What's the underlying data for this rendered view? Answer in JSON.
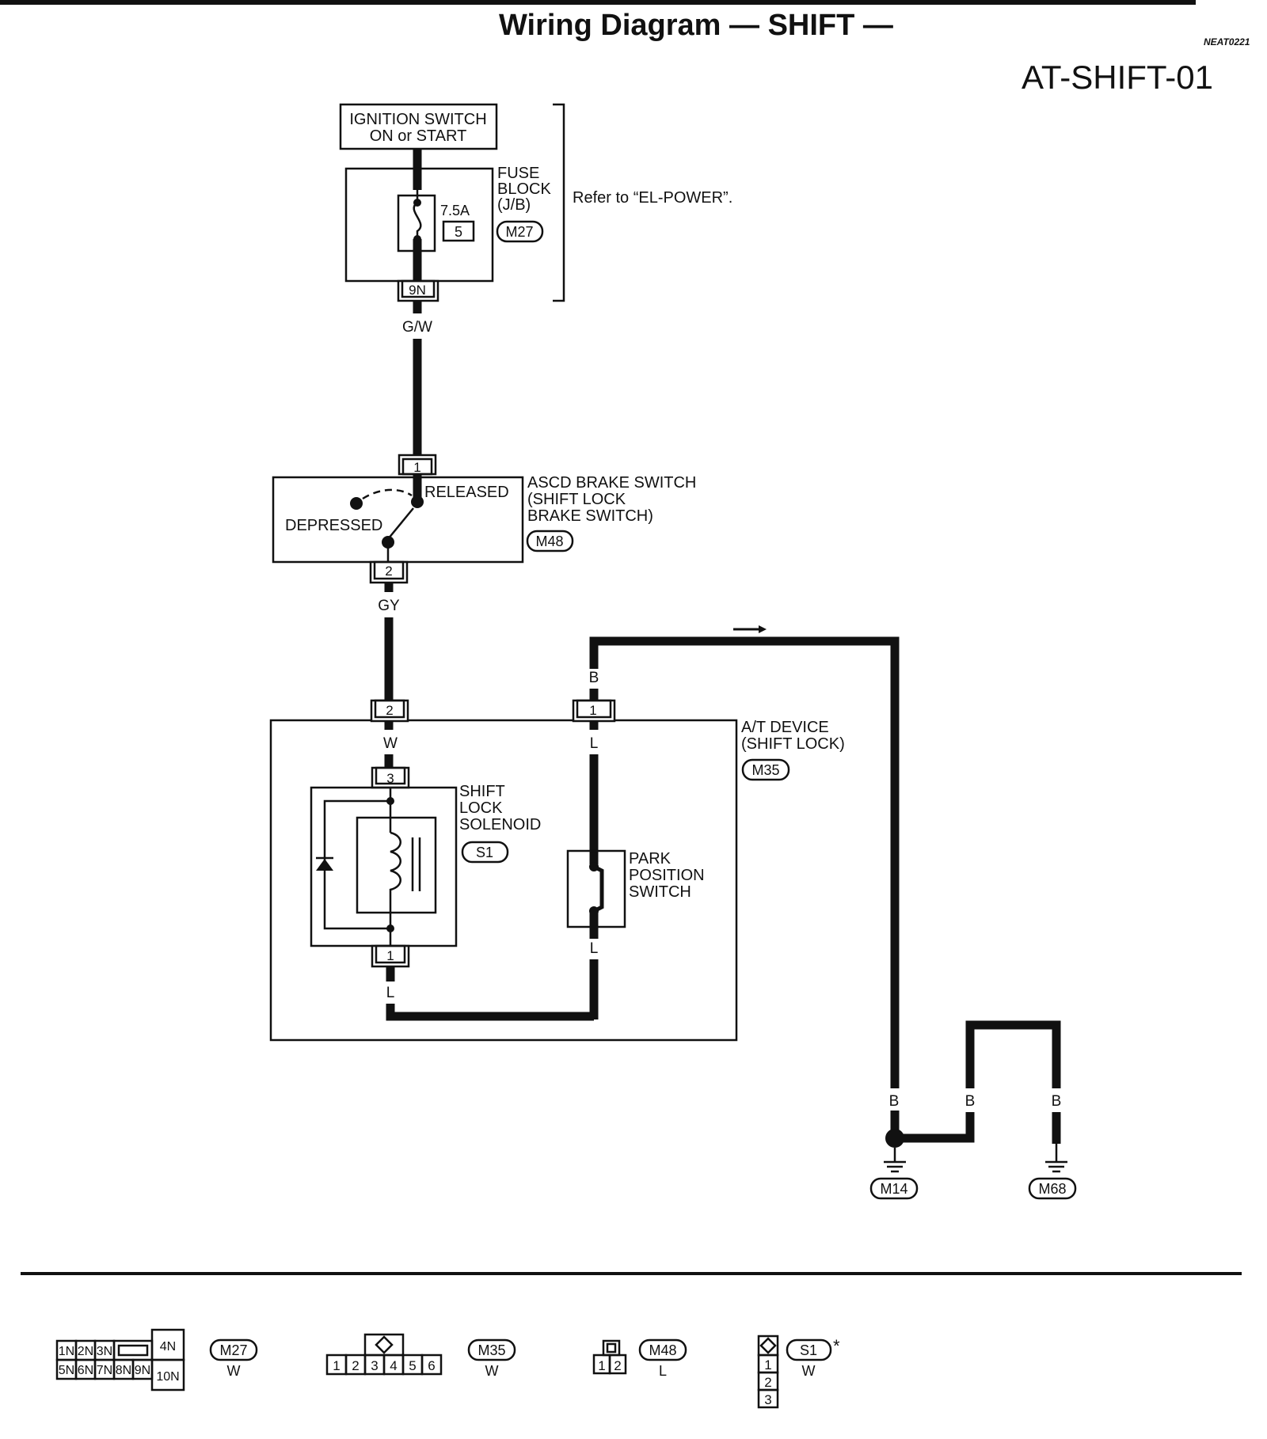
{
  "title": "Wiring Diagram — SHIFT —",
  "ref_code": "NEAT0221",
  "diagram_id": "AT-SHIFT-01",
  "ignition": {
    "line1": "IGNITION SWITCH",
    "line2": "ON or START"
  },
  "fuse_block": {
    "line1": "FUSE",
    "line2": "BLOCK",
    "line3": "(J/B)",
    "connector": "M27",
    "amp": "7.5A",
    "fuse_no": "5",
    "terminal": "9N",
    "note": "Refer to “EL-POWER”."
  },
  "wires": {
    "gw": "G/W",
    "gy": "GY",
    "w": "W",
    "l1": "L",
    "l2": "L",
    "l3": "L",
    "b_top": "B",
    "b1": "B",
    "b2": "B",
    "b3": "B"
  },
  "brake_switch": {
    "line1": "ASCD BRAKE SWITCH",
    "line2": "(SHIFT LOCK",
    "line3": "BRAKE SWITCH)",
    "connector": "M48",
    "released": "RELEASED",
    "depressed": "DEPRESSED",
    "pin_top": "1",
    "pin_bottom": "2"
  },
  "at_device": {
    "line1": "A/T DEVICE",
    "line2": "(SHIFT LOCK)",
    "connector": "M35",
    "pin_a": "2",
    "pin_b": "1"
  },
  "solenoid": {
    "line1": "SHIFT",
    "line2": "LOCK",
    "line3": "SOLENOID",
    "connector": "S1",
    "pin_top": "3",
    "pin_bottom": "1"
  },
  "park_switch": {
    "line1": "PARK",
    "line2": "POSITION",
    "line3": "SWITCH"
  },
  "grounds": {
    "g1": "M14",
    "g2": "M68"
  },
  "connectors": {
    "m27": {
      "id": "M27",
      "color": "W",
      "top": [
        "1N",
        "2N",
        "3N"
      ],
      "bottom": [
        "5N",
        "6N",
        "7N",
        "8N",
        "9N"
      ],
      "side_top": "4N",
      "side_bottom": "10N"
    },
    "m35": {
      "id": "M35",
      "color": "W",
      "pins": [
        "1",
        "2",
        "3",
        "4",
        "5",
        "6"
      ]
    },
    "m48": {
      "id": "M48",
      "color": "L",
      "pins": [
        "1",
        "2"
      ]
    },
    "s1": {
      "id": "S1",
      "color": "W",
      "pins": [
        "1",
        "2",
        "3"
      ],
      "star": "*"
    }
  }
}
